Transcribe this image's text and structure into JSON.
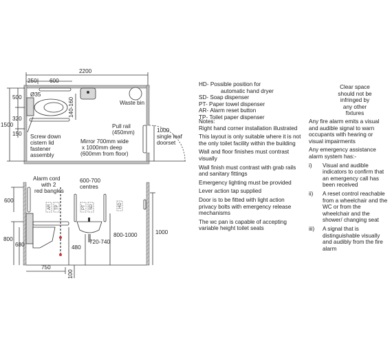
{
  "plan": {
    "width_dim": "2200",
    "top_dims": [
      "250",
      "600"
    ],
    "left_dims": [
      "500",
      "320",
      "1500",
      "150"
    ],
    "grab_rail_dim": "140-160",
    "dia_label": "Ø35",
    "waste_bin": "Waste bin",
    "pull_rail": [
      "Pull rail",
      "(450mm)"
    ],
    "door": [
      "1000",
      "single leaf",
      "doorset"
    ],
    "cistern": [
      "Screw down",
      "cistern lid",
      "fastener",
      "assembly"
    ],
    "mirror": [
      "Mirror 700mm wide",
      "x 1000mm deep",
      "(600mm from floor)"
    ]
  },
  "elevation": {
    "alarm_cord": [
      "Alarm cord",
      "with 2",
      "red bangles"
    ],
    "centres": [
      "600-700",
      "centres"
    ],
    "dims": [
      "600",
      "800",
      "680",
      "480",
      "720-740",
      "800-1000",
      "1000",
      "750",
      "100"
    ],
    "wall_marks": [
      "AR",
      "TP",
      "PT",
      "SD",
      "HD"
    ]
  },
  "key": [
    {
      "code": "HD-",
      "text": "Possible position for",
      "cont": "automatic hand dryer"
    },
    {
      "code": "SD-",
      "text": "Soap dispenser"
    },
    {
      "code": "PT-",
      "text": "Paper towel dispenser"
    },
    {
      "code": "AR-",
      "text": "Alarm reset button"
    },
    {
      "code": "TP-",
      "text": "Toilet paper dispenser"
    }
  ],
  "clear_space": [
    "Clear space",
    "should not be",
    "infringed by",
    "any other",
    "fixtures"
  ],
  "notes_title": "Notes:",
  "notes": [
    "Right hand corner installation illustrated",
    "This layout is only suitable where it is not the only toilet facility within the building",
    "Wall and floor finishes must contrast visually",
    "Wall finish must contrast with grab rails and sanitary fittings",
    "Emergency lighting must be provided",
    "Lever action tap supplied",
    "Door is to be fitted with light action privacy bolts with emergency release mechanisms",
    "The wc pan is capable of accepting variable height toilet seats"
  ],
  "alarm_notes": {
    "intro": "Any fire alarm emits a visual and audible signal to warn occupants with hearing or visual impairments",
    "lead": "Any emergency assistance alarm system has:-",
    "items": [
      {
        "num": "i)",
        "text": "Visual and audible indicators to confirm that an emergency call has been received"
      },
      {
        "num": "ii)",
        "text": "A reset control reachable from a wheelchair and the WC or from the wheelchair and the shower/ changing seat"
      },
      {
        "num": "iii)",
        "text": "A signal that is distinguishable visually and audibly from the fire alarm"
      }
    ]
  }
}
